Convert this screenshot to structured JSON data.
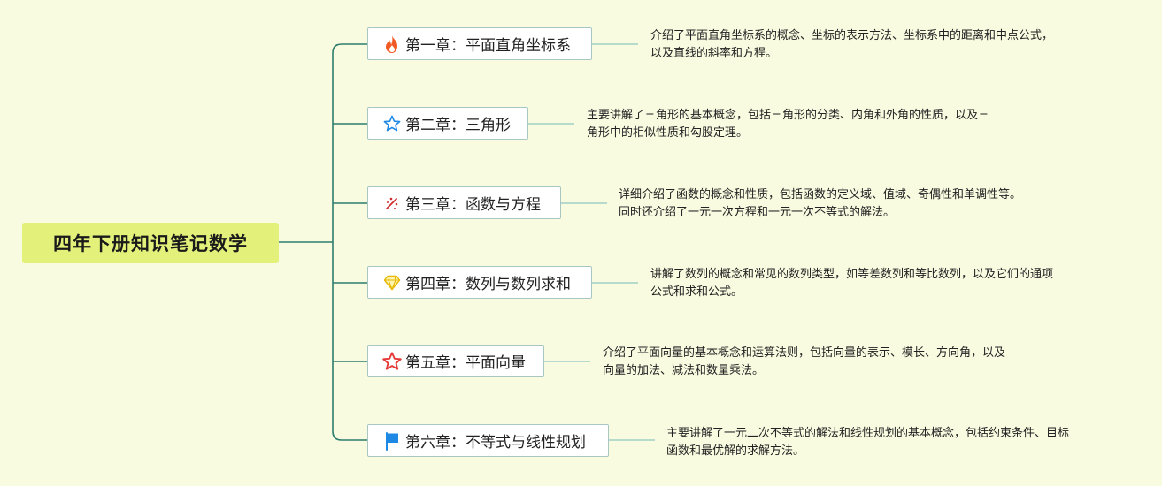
{
  "root": {
    "title": "四年下册知识笔记数学"
  },
  "colors": {
    "background": "#f8fbe0",
    "root_fill": "#e3f07a",
    "connector": "#2e7d6e",
    "node_border": "#a9c7c2",
    "desc_line": "#9fcfc4"
  },
  "chapters": [
    {
      "icon": "fire-icon",
      "label": "第一章：平面直角坐标系",
      "desc_line1": "介绍了平面直角坐标系的概念、坐标的表示方法、坐标系中的距离和中点公式，",
      "desc_line2": "以及直线的斜率和方程。"
    },
    {
      "icon": "star-outline-blue-icon",
      "label": "第二章：三角形",
      "desc_line1": "主要讲解了三角形的基本概念，包括三角形的分类、内角和外角的性质，以及三",
      "desc_line2": "角形中的相似性质和勾股定理。"
    },
    {
      "icon": "sparkle-icon",
      "label": "第三章：函数与方程",
      "desc_line1": "详细介绍了函数的概念和性质，包括函数的定义域、值域、奇偶性和单调性等。",
      "desc_line2": "同时还介绍了一元一次方程和一元一次不等式的解法。"
    },
    {
      "icon": "diamond-icon",
      "label": "第四章：数列与数列求和",
      "desc_line1": "讲解了数列的概念和常见的数列类型，如等差数列和等比数列，以及它们的通项",
      "desc_line2": "公式和求和公式。"
    },
    {
      "icon": "star-outline-red-icon",
      "label": "第五章：平面向量",
      "desc_line1": "介绍了平面向量的基本概念和运算法则，包括向量的表示、模长、方向角，以及",
      "desc_line2": "向量的加法、减法和数量乘法。"
    },
    {
      "icon": "flag-icon",
      "label": "第六章：不等式与线性规划",
      "desc_line1": "主要讲解了一元二次不等式的解法和线性规划的基本概念，包括约束条件、目标",
      "desc_line2": "函数和最优解的求解方法。"
    }
  ]
}
